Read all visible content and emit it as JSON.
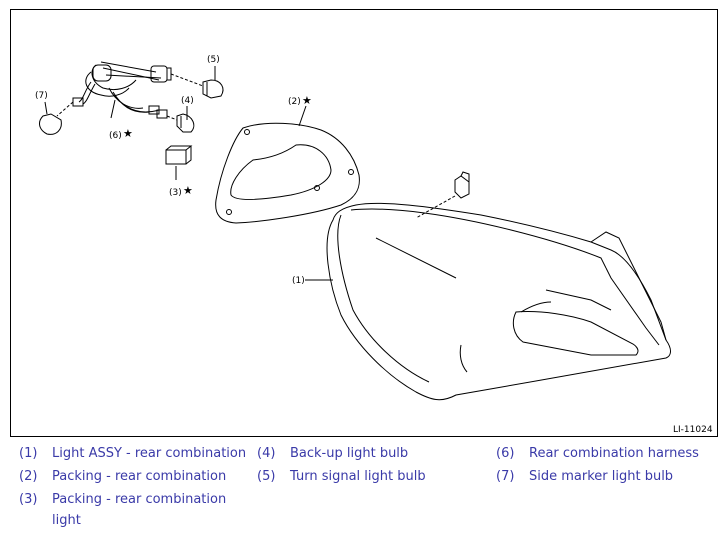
{
  "figure": {
    "code": "LI-11024",
    "callouts": {
      "c1": "(1)",
      "c2": "(2)",
      "c3": "(3)",
      "c4": "(4)",
      "c5": "(5)",
      "c6": "(6)",
      "c7": "(7)",
      "star": "★"
    }
  },
  "legend": [
    {
      "num": "(1)",
      "text": "Light ASSY - rear combination"
    },
    {
      "num": "(2)",
      "text": "Packing - rear combination"
    },
    {
      "num": "(3)",
      "text": "Packing - rear combination"
    },
    {
      "num": "",
      "text": "light"
    },
    {
      "num": "(4)",
      "text": "Back-up light bulb"
    },
    {
      "num": "(5)",
      "text": "Turn signal light bulb"
    },
    {
      "num": "(6)",
      "text": "Rear combination harness"
    },
    {
      "num": "(7)",
      "text": "Side marker light bulb"
    }
  ]
}
